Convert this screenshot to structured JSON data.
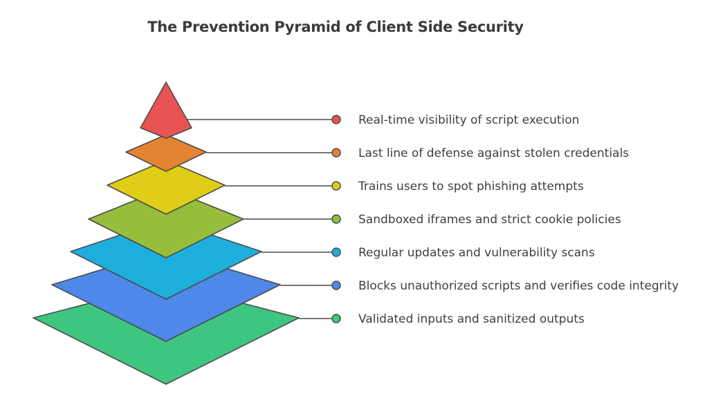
{
  "title": "The Prevention Pyramid of Client Side Security",
  "layers": [
    {
      "label": "Real-time visibility of script execution",
      "color": "#e85454",
      "icon": "triangle-apex"
    },
    {
      "label": "Last line of defense against stolen credentials",
      "color": "#e38432",
      "icon": "diamond"
    },
    {
      "label": "Trains users to spot phishing attempts",
      "color": "#e0cd17",
      "icon": "diamond"
    },
    {
      "label": "Sandboxed iframes and strict cookie policies",
      "color": "#97bd3c",
      "icon": "diamond"
    },
    {
      "label": "Regular updates and vulnerability scans",
      "color": "#1eaedc",
      "icon": "diamond"
    },
    {
      "label": "Blocks unauthorized scripts and verifies code integrity",
      "color": "#4f88e8",
      "icon": "diamond"
    },
    {
      "label": "Validated inputs and sanitized outputs",
      "color": "#3ec681",
      "icon": "diamond"
    }
  ]
}
